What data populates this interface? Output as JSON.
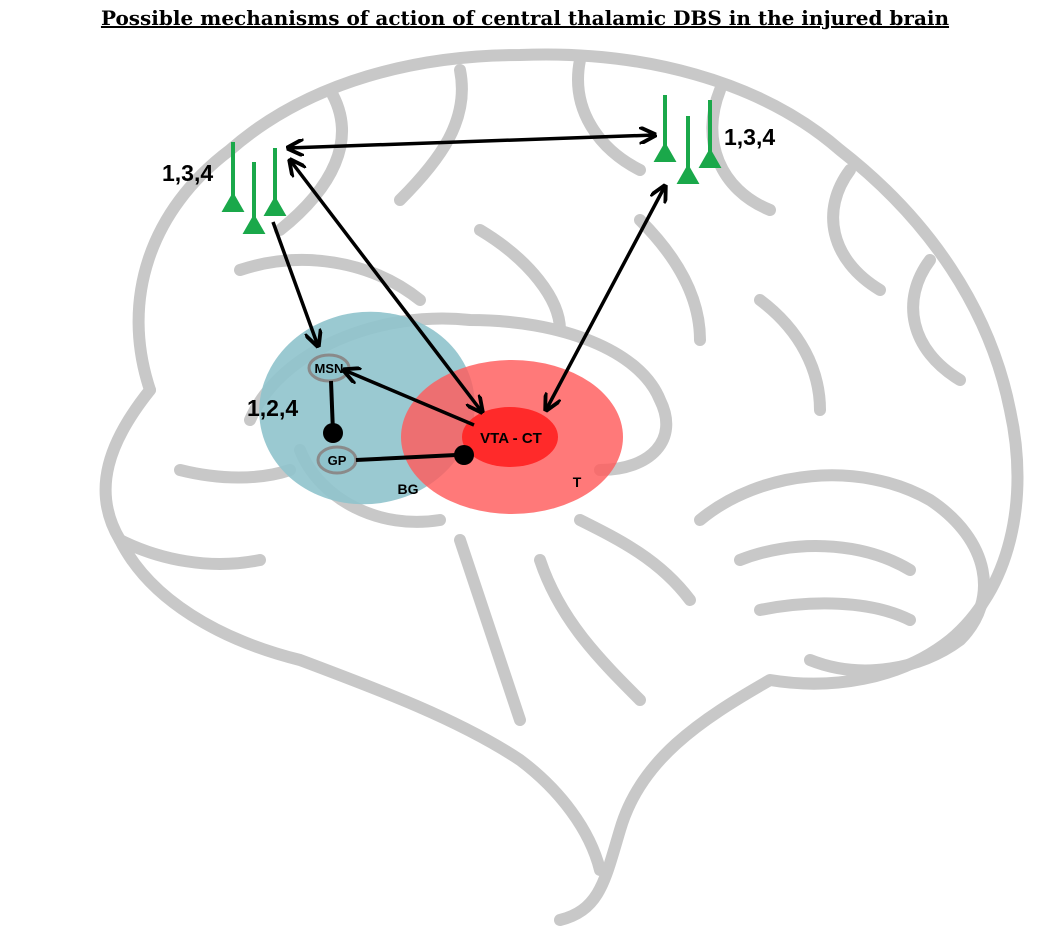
{
  "title": "Possible mechanisms of action of central thalamic DBS in the injured brain",
  "labels": {
    "left_cortex": "1,3,4",
    "right_cortex": "1,3,4",
    "striatal": "1,2,4",
    "msn": "MSN",
    "gp": "GP",
    "vta_ct": "VTA - CT",
    "bg": "BG",
    "t": "T"
  },
  "colors": {
    "neuron": "#1aa84a",
    "bg_region": "#8fc3cc",
    "t_region": "#ff5c5c",
    "vta_core": "#ff2a2a",
    "brain_outline": "#c8c8c8",
    "node_outline": "#8a8a8a"
  }
}
